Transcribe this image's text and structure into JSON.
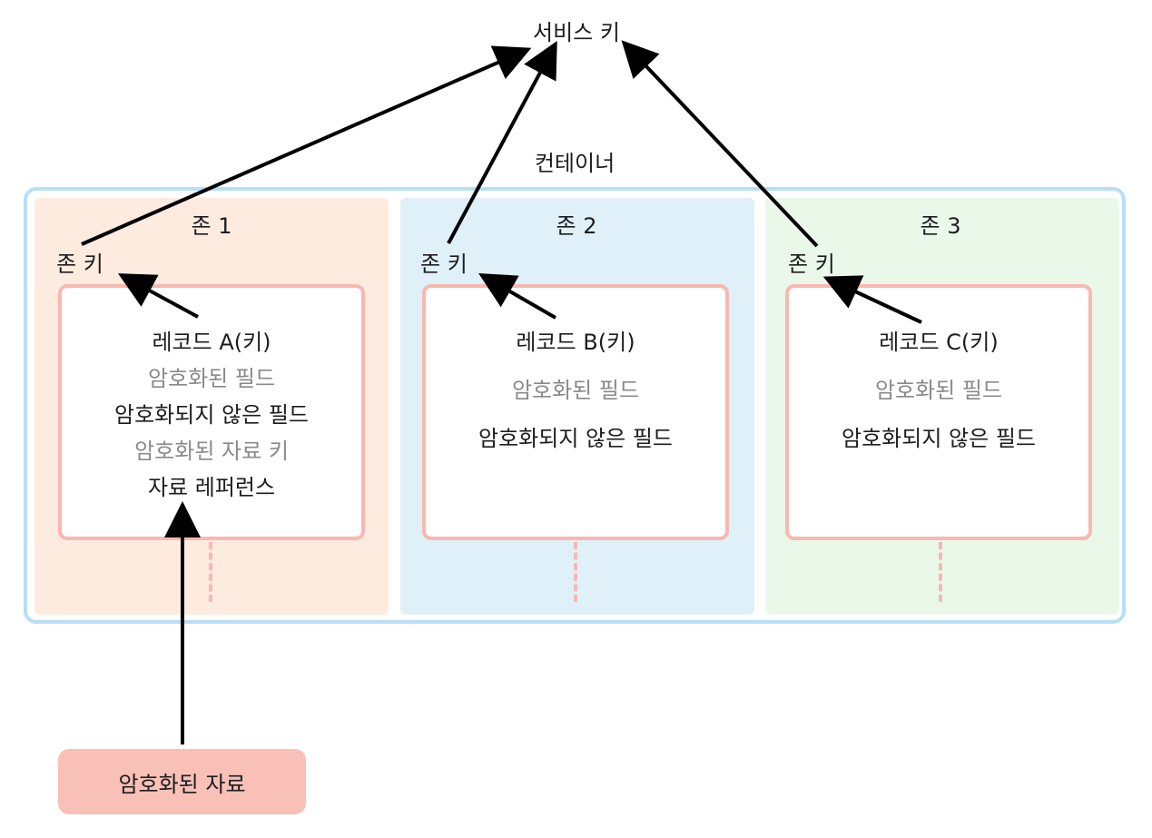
{
  "service_key": "서비스 키",
  "container_label": "컨테이너",
  "zones": [
    {
      "title": "존 1",
      "zone_key": "존 키",
      "record": {
        "title": "레코드 A(키)",
        "fields": [
          "암호화된 필드",
          "암호화되지 않은 필드",
          "암호화된 자료 키",
          "자료 레퍼런스"
        ]
      }
    },
    {
      "title": "존 2",
      "zone_key": "존 키",
      "record": {
        "title": "레코드 B(키)",
        "fields": [
          "암호화된 필드",
          "암호화되지 않은 필드"
        ]
      }
    },
    {
      "title": "존 3",
      "zone_key": "존 키",
      "record": {
        "title": "레코드 C(키)",
        "fields": [
          "암호화된 필드",
          "암호화되지 않은 필드"
        ]
      }
    }
  ],
  "encrypted_data": "암호화된 자료",
  "colors": {
    "container_border": "#b7def6",
    "zone1_fill": "#fdebdf",
    "zone2_fill": "#e0f0f9",
    "zone3_fill": "#eaf8e9",
    "record_border": "#f8b8b0",
    "encrypted_data_fill": "#f9c0b7",
    "encrypted_text": "#8a8a8e",
    "arrow": "#000000"
  }
}
